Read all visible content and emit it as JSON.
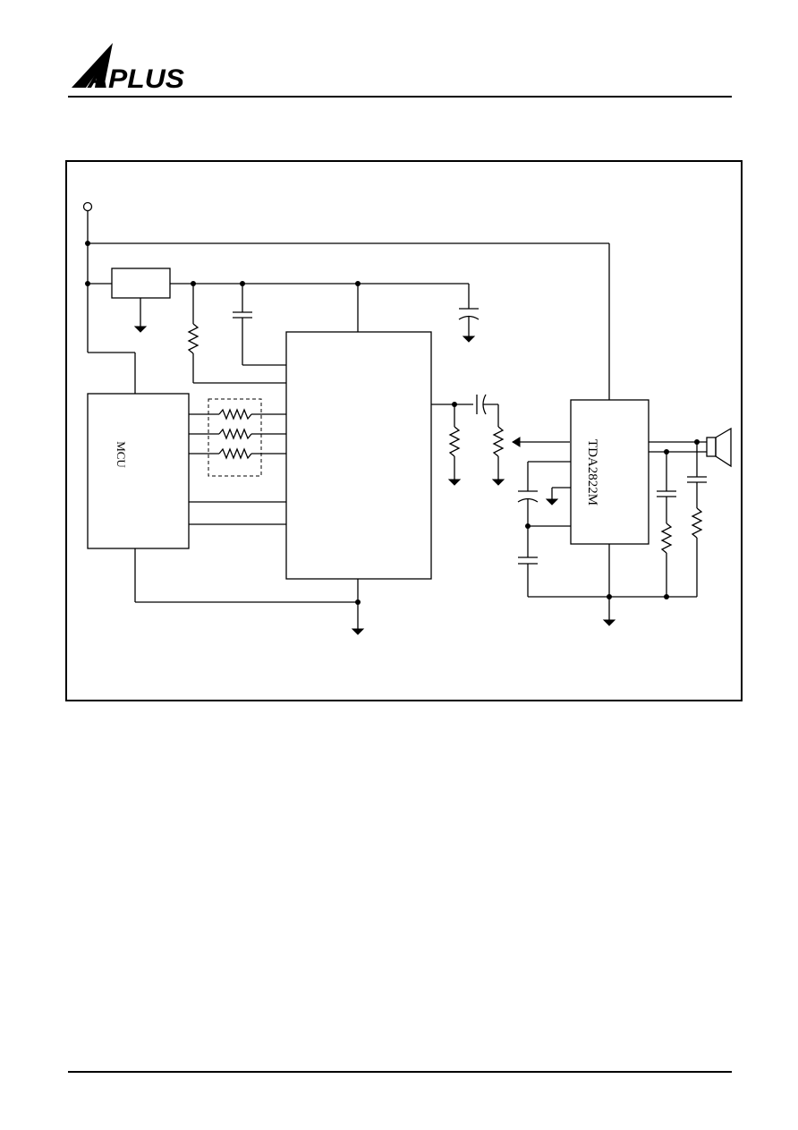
{
  "header": {
    "logo_text": "APLUS"
  },
  "schematic": {
    "mcu": {
      "label": "MCU"
    },
    "amplifier": {
      "label": "TDA2822M"
    }
  }
}
